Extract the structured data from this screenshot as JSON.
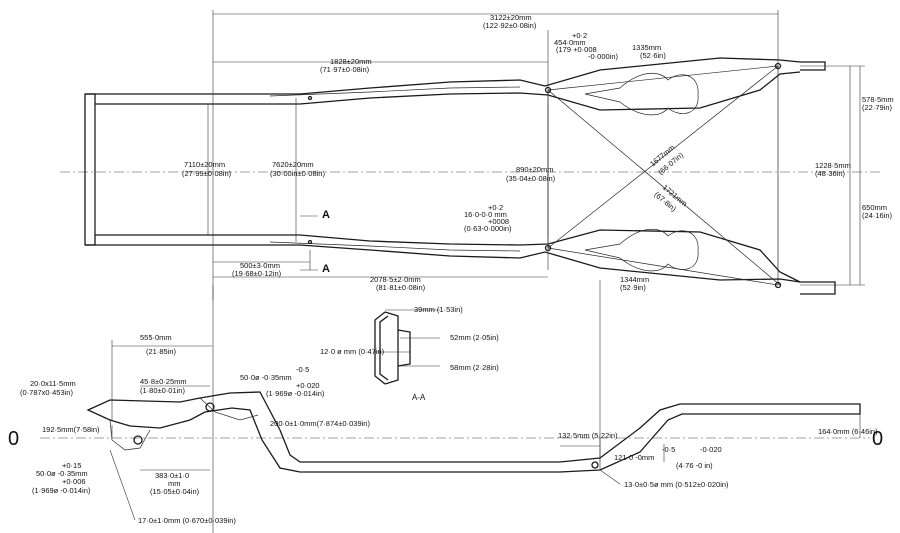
{
  "dimensions": {
    "overall_length": "3122±20mm",
    "overall_length_in": "(122·92±0·08in)",
    "len_1828": "1828±20mm",
    "len_1828_in": "(71·97±0·08in)",
    "bore_454": "454·0mm",
    "bore_454_tol_plus": "+0·2",
    "bore_454_in": "(179 +0·008",
    "bore_454_in_minus": "-0·000in)",
    "len_1335": "1335mm",
    "len_1335_in": "(52·6in)",
    "width_7110": "7110±20mm",
    "width_7110_in": "(27·99±0·08in)",
    "width_7620": "7620±20mm",
    "width_7620_in": "(30·00in±0·08in)",
    "width_890": "890±20mm",
    "width_890_in": "(35·04±0·08in)",
    "diag_1677": "1677mm",
    "diag_1677_in": "(66·07in)",
    "diag_1721": "1721mm",
    "diag_1721_in": "(67·8in)",
    "width_1228": "1228·5mm",
    "width_1228_in": "(48·36in)",
    "width_578": "578·5mm",
    "width_578_in": "(22·79in)",
    "width_650": "650mm",
    "width_650_in": "(24·16in)",
    "bore_160": "16·0-0·0 mm",
    "bore_160_tol": "+0·2",
    "bore_160_tol2": "+0008",
    "bore_160_in": "(0·63-0·000in)",
    "len_500": "500±3·0mm",
    "len_500_in": "(19·68±0·12in)",
    "len_2078": "2078·5±2·0mm",
    "len_2078_in": "(81·81±0·08in)",
    "len_1344": "1344mm",
    "len_1344_in": "(52·9in)",
    "section_letter": "A",
    "section_label": "A-A",
    "sec_39": "39mm (1·53in)",
    "sec_52": "52mm (2·05in)",
    "sec_12": "12·0 ø mm (0·47in)",
    "sec_58": "58mm (2·28in)",
    "len_555": "555·0mm",
    "len_555_in": "(21·85in)",
    "dim_20": "20·0x11·5mm",
    "dim_20_in": "(0·787x0·453in)",
    "dim_458": "45·8±0·25mm",
    "dim_458_in": "(1·80±0·01in)",
    "bore_50_a": "50·0ø -0·35mm",
    "bore_50_a_tol": "-0·5",
    "bore_50_a_tol2": "+0·020",
    "bore_50_a_in": "(1·969ø -0·014in)",
    "dim_1925": "192·5mm(7·58in)",
    "dim_200": "200·0±1·0mm(7·874±0·039in)",
    "bore_50_b_tol": "+0·15",
    "bore_50_b": "50·0ø -0·35mm",
    "bore_50_b_tol2": "+0·006",
    "bore_50_b_in": "(1·969ø -0·014in)",
    "dim_383": "383·0±1·0",
    "dim_383_unit": "mm",
    "dim_383_in": "(15·05±0·04in)",
    "dim_17": "17·0±1·0mm (0·670±0·039in)",
    "dim_1325": "132·5mm (5·22in)",
    "dim_121_tol": "-0·5",
    "dim_121": "121·0 -0mm",
    "dim_121_tol2": "-0·020",
    "dim_121_in": "(4·76 -0 in)",
    "dim_130": "13·0±0·5ø mm (0·512±0·020in)",
    "dim_164": "164·0mm (6·46in)",
    "datum_left": "0",
    "datum_right": "0"
  }
}
